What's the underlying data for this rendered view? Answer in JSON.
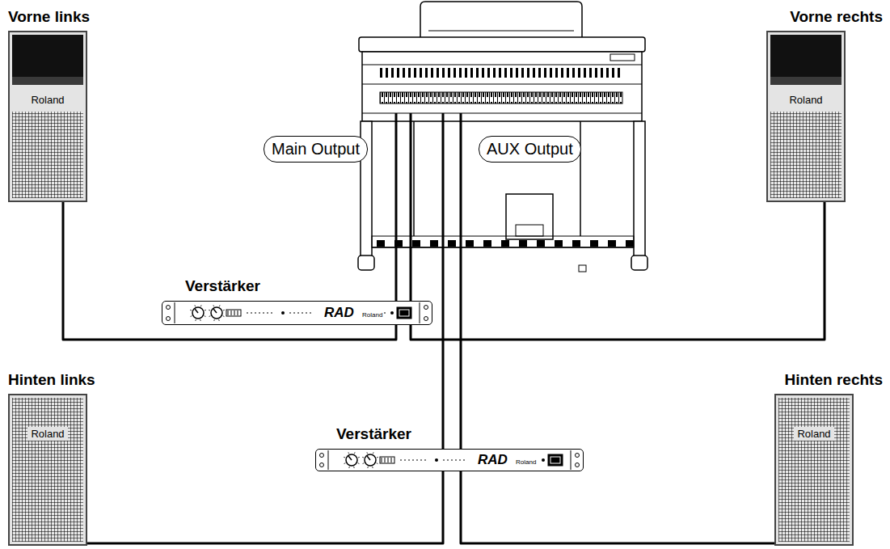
{
  "diagram": {
    "nodes": [
      {
        "text": [
          "Vorne links",
          "Roland"
        ]
      },
      {
        "text": [
          "Vorne rechts",
          "Roland"
        ]
      },
      {
        "text": [
          "Main Output"
        ]
      },
      {
        "text": [
          "AUX Output"
        ]
      },
      {
        "text": [
          "Verstärker",
          "RAD",
          "Roland"
        ]
      },
      {
        "text": [
          "Hinten links",
          "Roland"
        ]
      },
      {
        "text": [
          "Hinten rechts",
          "Roland"
        ]
      },
      {
        "text": [
          "Verstärker",
          "RAD",
          "Roland"
        ]
      }
    ],
    "edges": [
      {
        "from": 4,
        "to": 0,
        "arrow": "none"
      },
      {
        "from": 4,
        "to": 1,
        "arrow": "none"
      },
      {
        "from": 7,
        "to": 5,
        "arrow": "none"
      },
      {
        "from": 7,
        "to": 6,
        "arrow": "none"
      }
    ]
  }
}
